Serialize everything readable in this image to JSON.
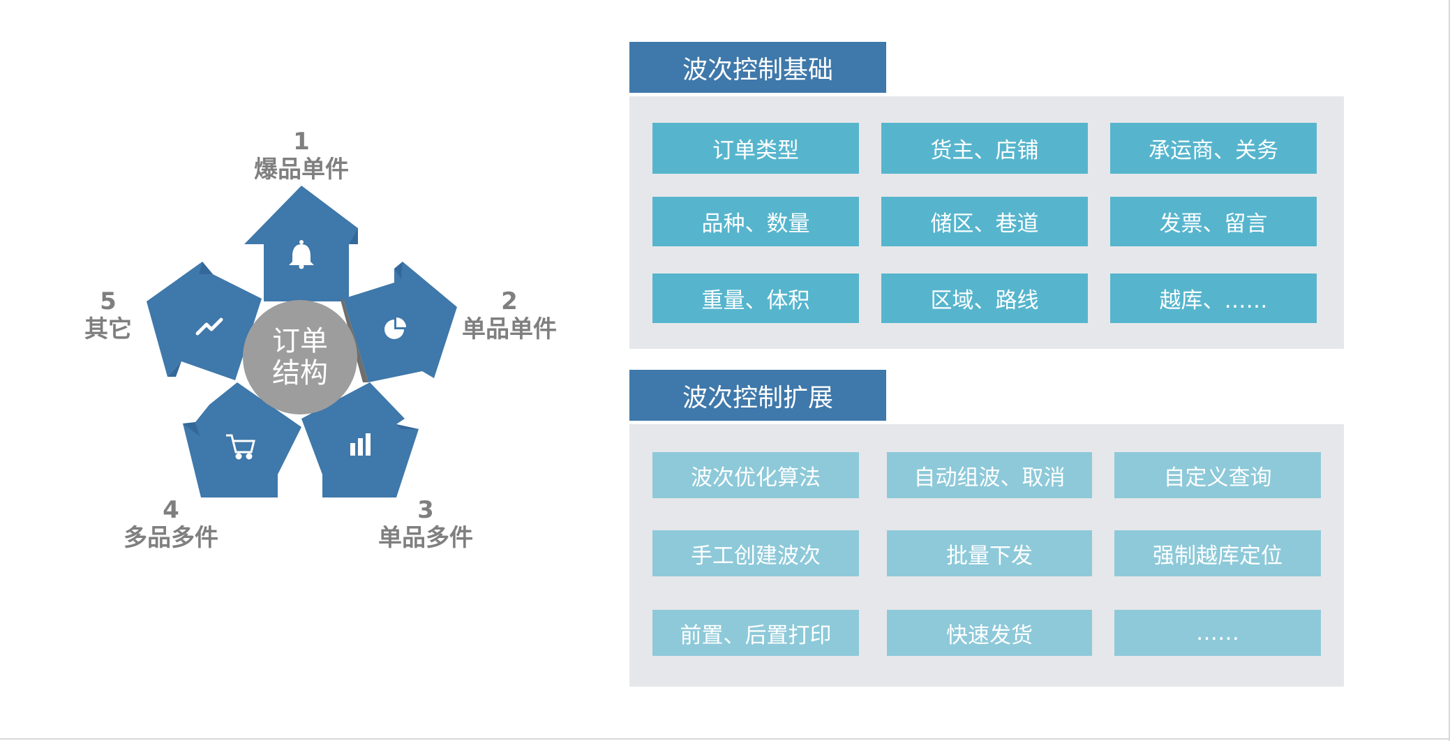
{
  "diagram": {
    "center": [
      "订单",
      "结构"
    ],
    "colors": {
      "piece": "#3f78aa",
      "piece_side": "#35689a",
      "center": "#9d9d9d",
      "label": "#7f7f7f"
    },
    "items": [
      {
        "num": "1",
        "name": "爆品单件",
        "icon": "bell-icon"
      },
      {
        "num": "2",
        "name": "单品单件",
        "icon": "pie-chart-icon"
      },
      {
        "num": "3",
        "name": "单品多件",
        "icon": "bar-chart-icon"
      },
      {
        "num": "4",
        "name": "多品多件",
        "icon": "cart-icon"
      },
      {
        "num": "5",
        "name": "其它",
        "icon": "trend-icon"
      }
    ]
  },
  "panels": [
    {
      "title": "波次控制基础",
      "color": "#56b5cd",
      "cells": [
        "订单类型",
        "货主、店铺",
        "承运商、关务",
        "品种、数量",
        "储区、巷道",
        "发票、留言",
        "重量、体积",
        "区域、路线",
        "越库、……"
      ]
    },
    {
      "title": "波次控制扩展",
      "color": "#8dc9d9",
      "cells": [
        "波次优化算法",
        "自动组波、取消",
        "自定义查询",
        "手工创建波次",
        "批量下发",
        "强制越库定位",
        "前置、后置打印",
        "快速发货",
        "……"
      ]
    }
  ]
}
